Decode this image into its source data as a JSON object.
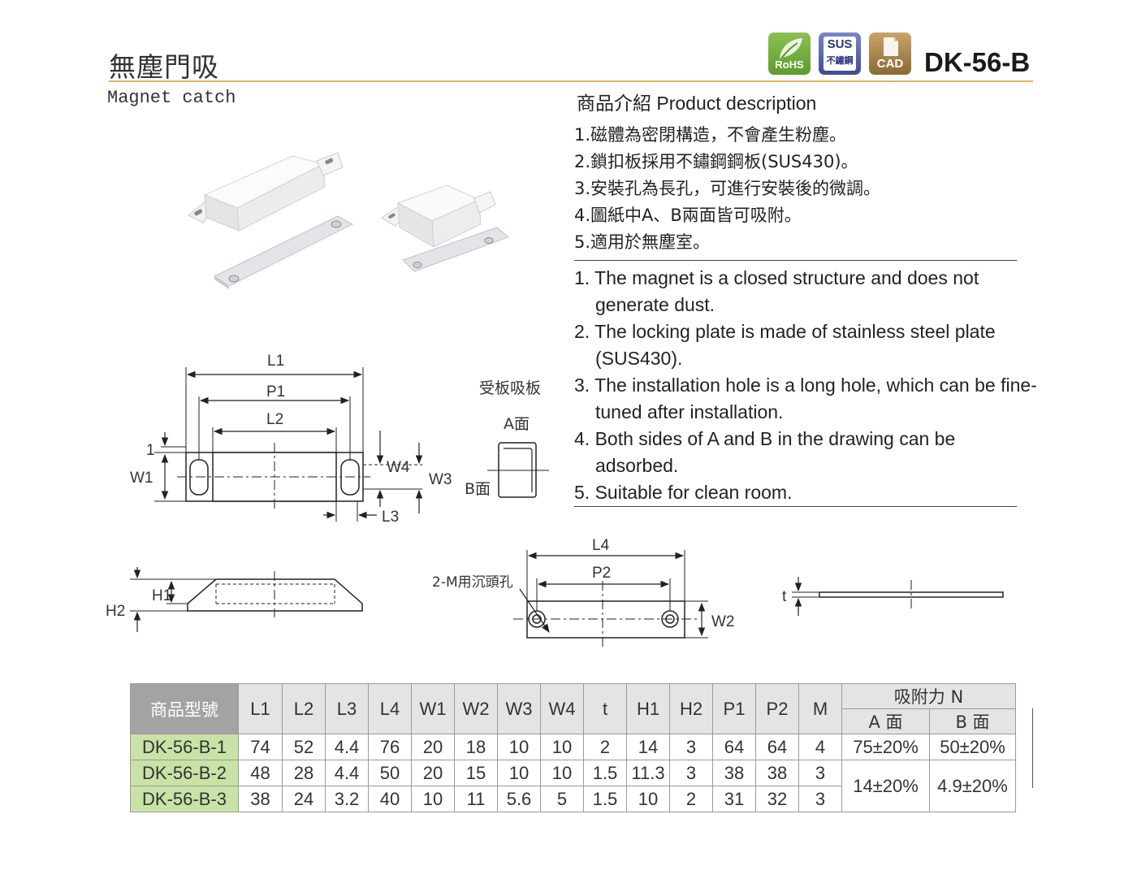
{
  "header": {
    "title_zh": "無塵門吸",
    "title_en": "Magnet catch",
    "model": "DK-56-B",
    "badges": [
      {
        "icon": "rohs-leaf-icon",
        "label": "RoHS",
        "color": "#6fad3a"
      },
      {
        "icon": "sus-icon",
        "label_top": "SUS",
        "label_bottom": "不鏽鋼",
        "color": "#4a56a4"
      },
      {
        "icon": "cad-file-icon",
        "label": "CAD",
        "color": "#a9824b"
      }
    ]
  },
  "description": {
    "heading": "商品介紹 Product description",
    "zh_items": [
      "1.磁體為密閉構造，不會產生粉塵。",
      "2.鎖扣板採用不鏽鋼鋼板(SUS430)。",
      "3.安裝孔為長孔，可進行安裝後的微調。",
      "4.圖紙中A、B兩面皆可吸附。",
      "5.適用於無塵室。"
    ],
    "en_items": [
      "1. The magnet is a closed structure and does not generate dust.",
      "2. The locking plate is made of stainless steel plate (SUS430).",
      "3. The installation hole is a long hole, which can be fine-tuned after installation.",
      "4. Both sides of A and B in the drawing can be adsorbed.",
      "5. Suitable for clean room."
    ]
  },
  "drawing": {
    "labels": {
      "L1": "L1",
      "P1": "P1",
      "L2": "L2",
      "one": "1",
      "W1": "W1",
      "W4": "W4",
      "W3": "W3",
      "L3": "L3",
      "plate_title": "受板吸板",
      "face_a": "A面",
      "face_b": "B面",
      "L4": "L4",
      "P2": "P2",
      "W2": "W2",
      "hole": "2-M用沉頭孔",
      "H1": "H1",
      "H2": "H2",
      "t": "t"
    }
  },
  "table": {
    "corner": "商品型號",
    "columns": [
      "L1",
      "L2",
      "L3",
      "L4",
      "W1",
      "W2",
      "W3",
      "W4",
      "t",
      "H1",
      "H2",
      "P1",
      "P2",
      "M"
    ],
    "force_header": "吸附力 N",
    "force_sub": [
      "A 面",
      "B 面"
    ],
    "rows": [
      {
        "code": "DK-56-B-1",
        "values": [
          "74",
          "52",
          "4.4",
          "76",
          "20",
          "18",
          "10",
          "10",
          "2",
          "14",
          "3",
          "64",
          "64",
          "4"
        ],
        "force_a": "75±20%",
        "force_b": "50±20%"
      },
      {
        "code": "DK-56-B-2",
        "values": [
          "48",
          "28",
          "4.4",
          "50",
          "20",
          "15",
          "10",
          "10",
          "1.5",
          "11.3",
          "3",
          "38",
          "38",
          "3"
        ],
        "force_a": "14±20%",
        "force_b": "4.9±20%"
      },
      {
        "code": "DK-56-B-3",
        "values": [
          "38",
          "24",
          "3.2",
          "40",
          "10",
          "11",
          "5.6",
          "5",
          "1.5",
          "10",
          "2",
          "31",
          "32",
          "3"
        ]
      }
    ]
  }
}
